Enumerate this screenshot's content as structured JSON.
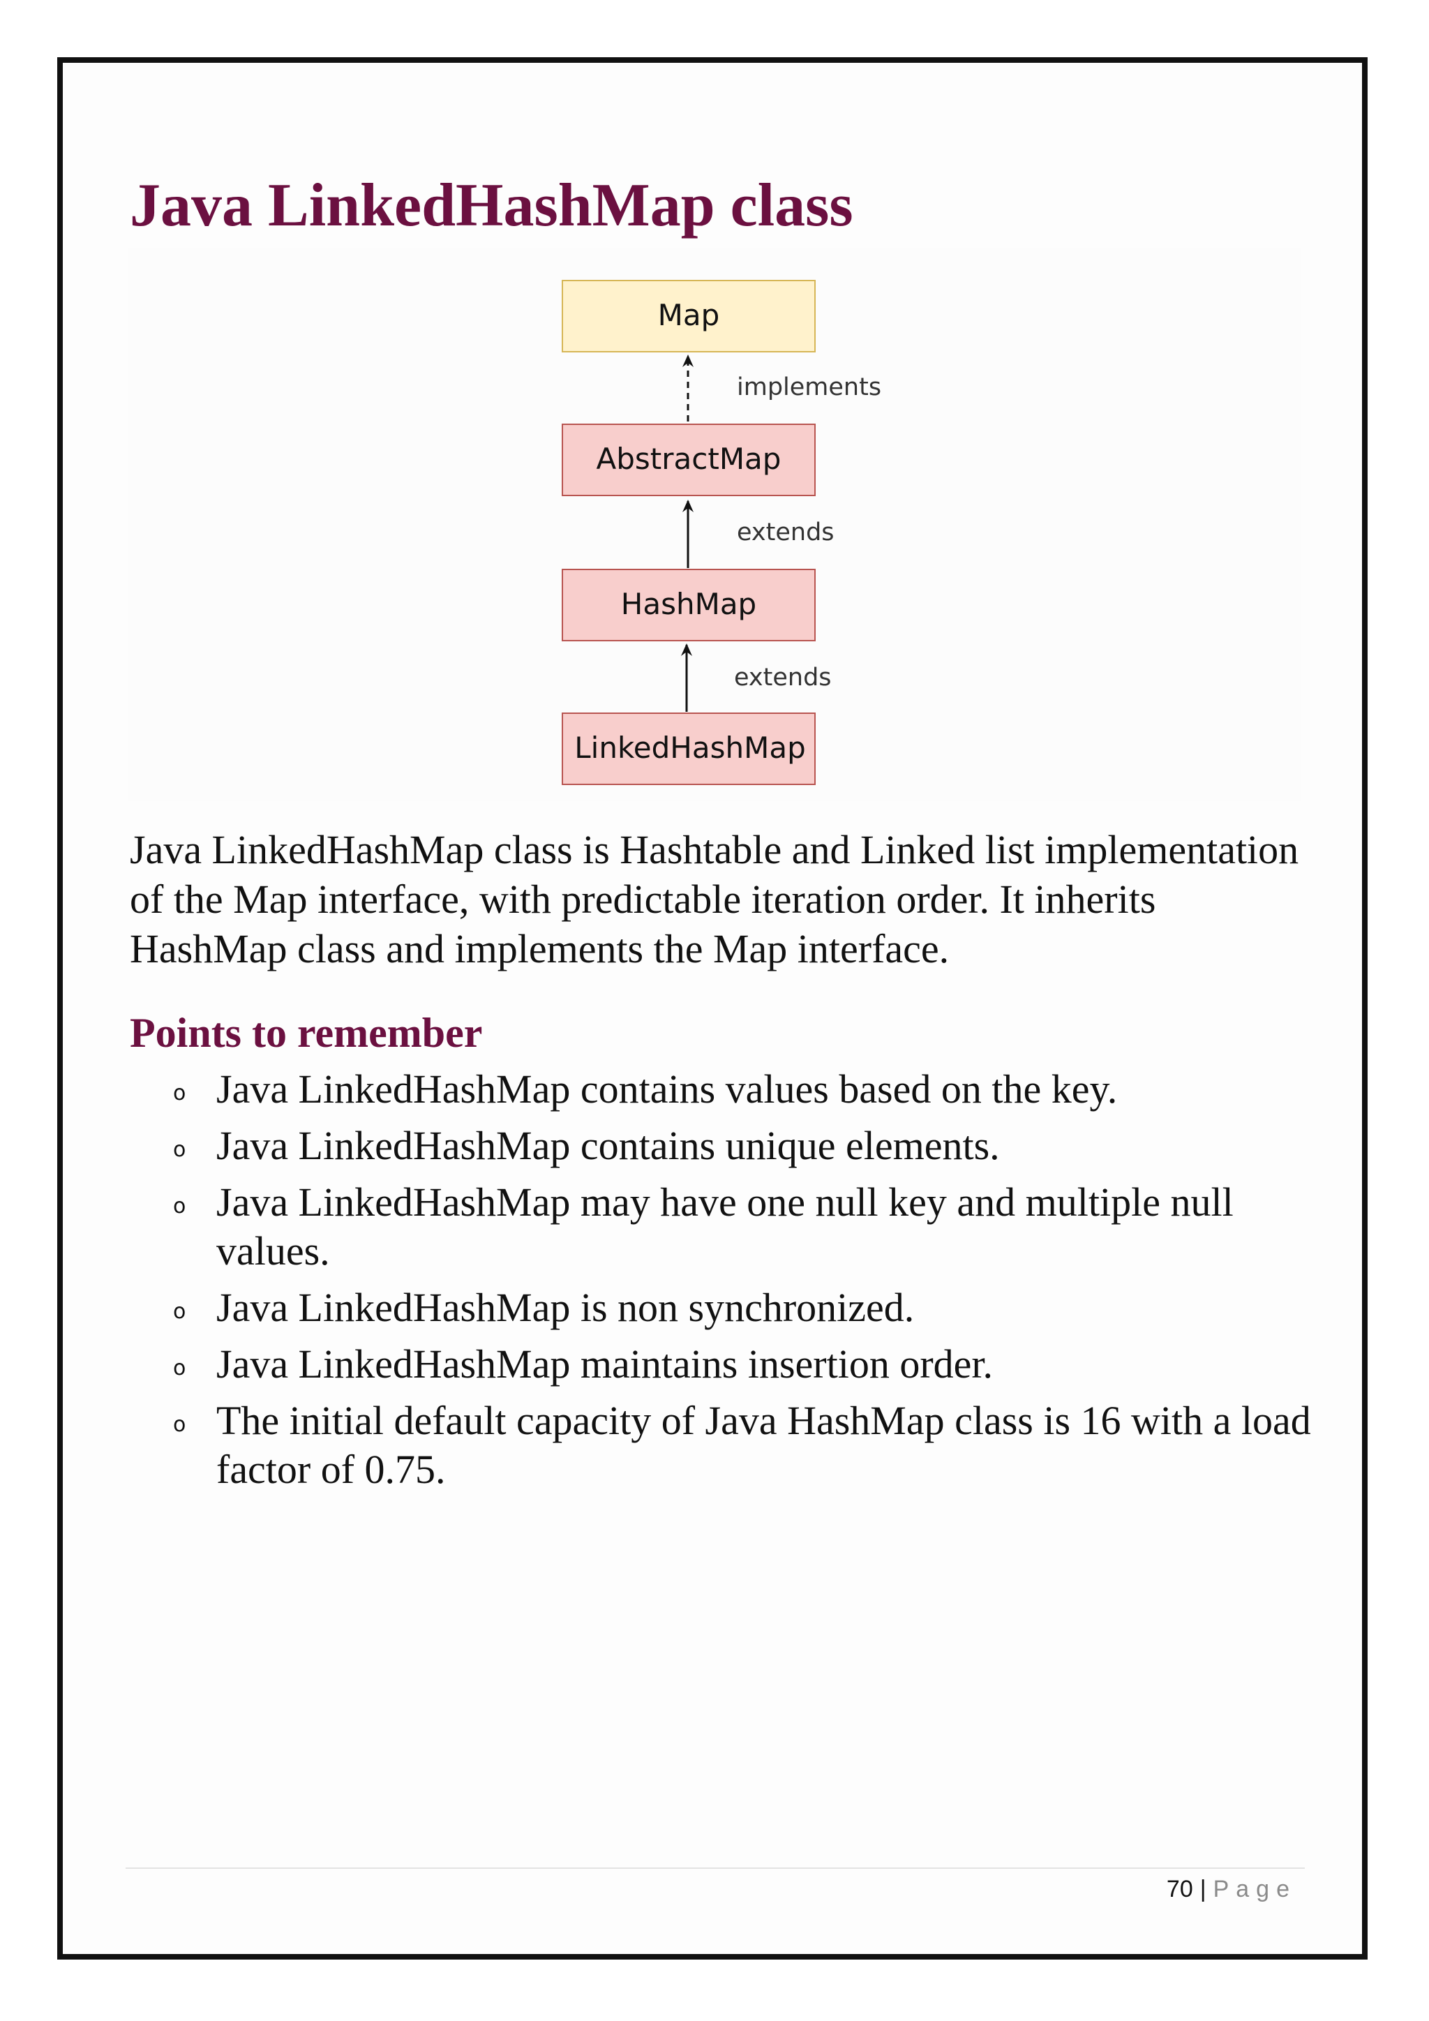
{
  "title": "Java LinkedHashMap class",
  "diagram": {
    "nodes": [
      {
        "label": "Map",
        "fill": "#fff2cc",
        "stroke": "#d6b656"
      },
      {
        "label": "AbstractMap",
        "fill": "#f8cecc",
        "stroke": "#b85450"
      },
      {
        "label": "HashMap",
        "fill": "#f8cecc",
        "stroke": "#b85450"
      },
      {
        "label": "LinkedHashMap",
        "fill": "#f8cecc",
        "stroke": "#b85450"
      }
    ],
    "edges": [
      {
        "label": "implements",
        "style": "dashed"
      },
      {
        "label": "extends",
        "style": "solid"
      },
      {
        "label": "extends",
        "style": "solid"
      }
    ]
  },
  "intro": "Java LinkedHashMap class is Hashtable and Linked list implementation of the Map interface, with predictable iteration order. It inherits HashMap class and implements the Map interface.",
  "subheading": "Points to remember",
  "bullet_symbol": "o",
  "points": [
    "Java LinkedHashMap contains values based on the key.",
    "Java LinkedHashMap contains unique elements.",
    "Java LinkedHashMap may have one null key and multiple null values.",
    "Java LinkedHashMap is non synchronized.",
    "Java LinkedHashMap maintains insertion order.",
    "The initial default capacity of Java HashMap class is 16 with a load factor of 0.75."
  ],
  "footer": {
    "page_number": "70",
    "separator": "|",
    "page_label": "Page"
  },
  "colors": {
    "heading": "#6b1040",
    "text": "#111111"
  }
}
